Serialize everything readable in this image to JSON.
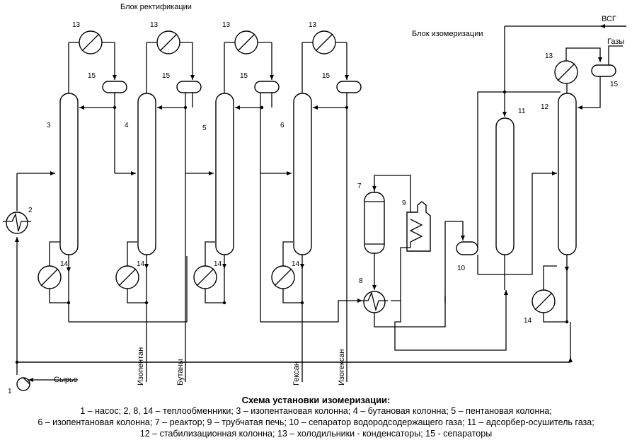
{
  "block_labels": {
    "rectification": "Блок ректификации",
    "isomerization": "Блок изомеризации"
  },
  "stream_labels": {
    "vsg": "ВСГ",
    "gases": "Газы",
    "feed": "Сырье",
    "isopentane": "Изопентан",
    "butanes": "Бутаны",
    "hexane": "Гексан",
    "isohexane": "Изогексан"
  },
  "equipment_numbers": {
    "pump": "1",
    "heater": "2",
    "col3": "3",
    "col4": "4",
    "col5": "5",
    "col6": "6",
    "reactor": "7",
    "hx8": "8",
    "furnace": "9",
    "separator10": "10",
    "adsorber": "11",
    "stab_col": "12",
    "cooler": "13",
    "reboiler": "14",
    "sep15": "15"
  },
  "caption": {
    "title": "Схема установки изомеризации:",
    "line1": "1 – насос; 2, 8, 14 – теплообменники; 3 – изопентановая колонна; 4 – бутановая колонна; 5 – пентановая колонна;",
    "line2": "6 – изопентановая колонна; 7 – реактор; 9 – трубчатая печь; 10 – сепаратор водородсодержащего газа; 11 – адсорбер-осушитель газа;",
    "line3": "12 – стабилизационная колонна; 13 – холодильники  - конденсаторы; 15 - сепараторы"
  }
}
